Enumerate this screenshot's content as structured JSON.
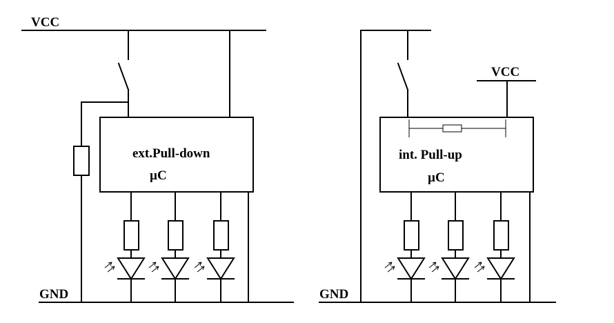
{
  "left_circuit": {
    "vcc_label": "VCC",
    "gnd_label": "GND",
    "mode_label": "ext.Pull-down",
    "chip_label": "µC"
  },
  "right_circuit": {
    "vcc_label": "VCC",
    "gnd_label": "GND",
    "mode_label": "int. Pull-up",
    "chip_label": "µC"
  }
}
